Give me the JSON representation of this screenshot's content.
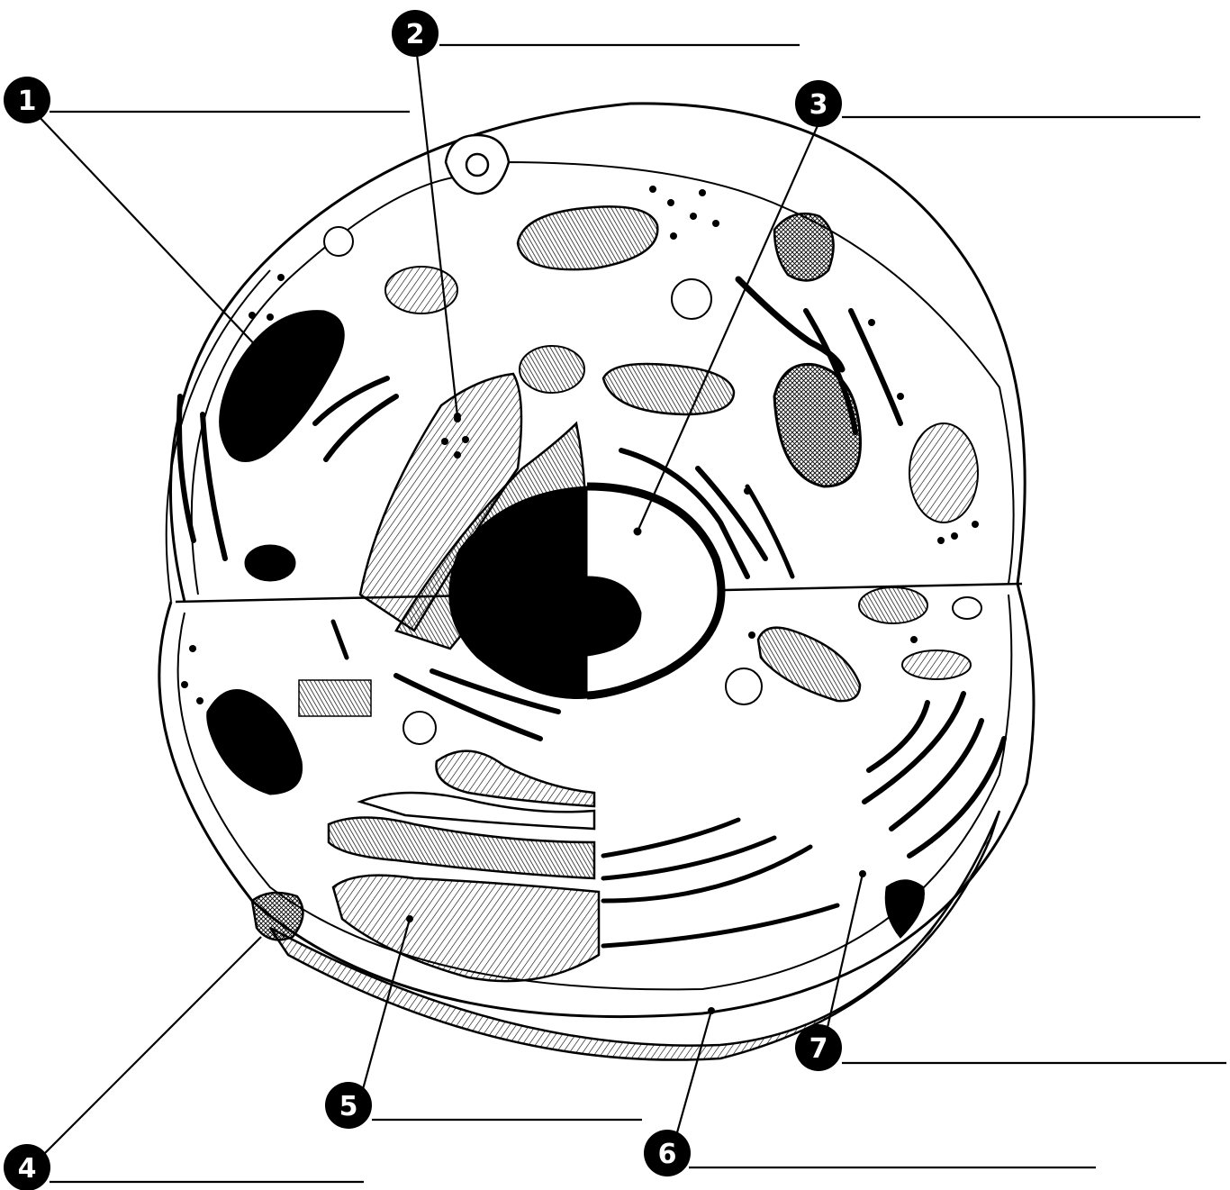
{
  "diagram": {
    "labels": [
      {
        "number": "1",
        "text": ""
      },
      {
        "number": "2",
        "text": ""
      },
      {
        "number": "3",
        "text": ""
      },
      {
        "number": "4",
        "text": ""
      },
      {
        "number": "5",
        "text": ""
      },
      {
        "number": "6",
        "text": ""
      },
      {
        "number": "7",
        "text": ""
      }
    ]
  },
  "colors": {
    "ink": "#000000",
    "paper": "#ffffff"
  }
}
